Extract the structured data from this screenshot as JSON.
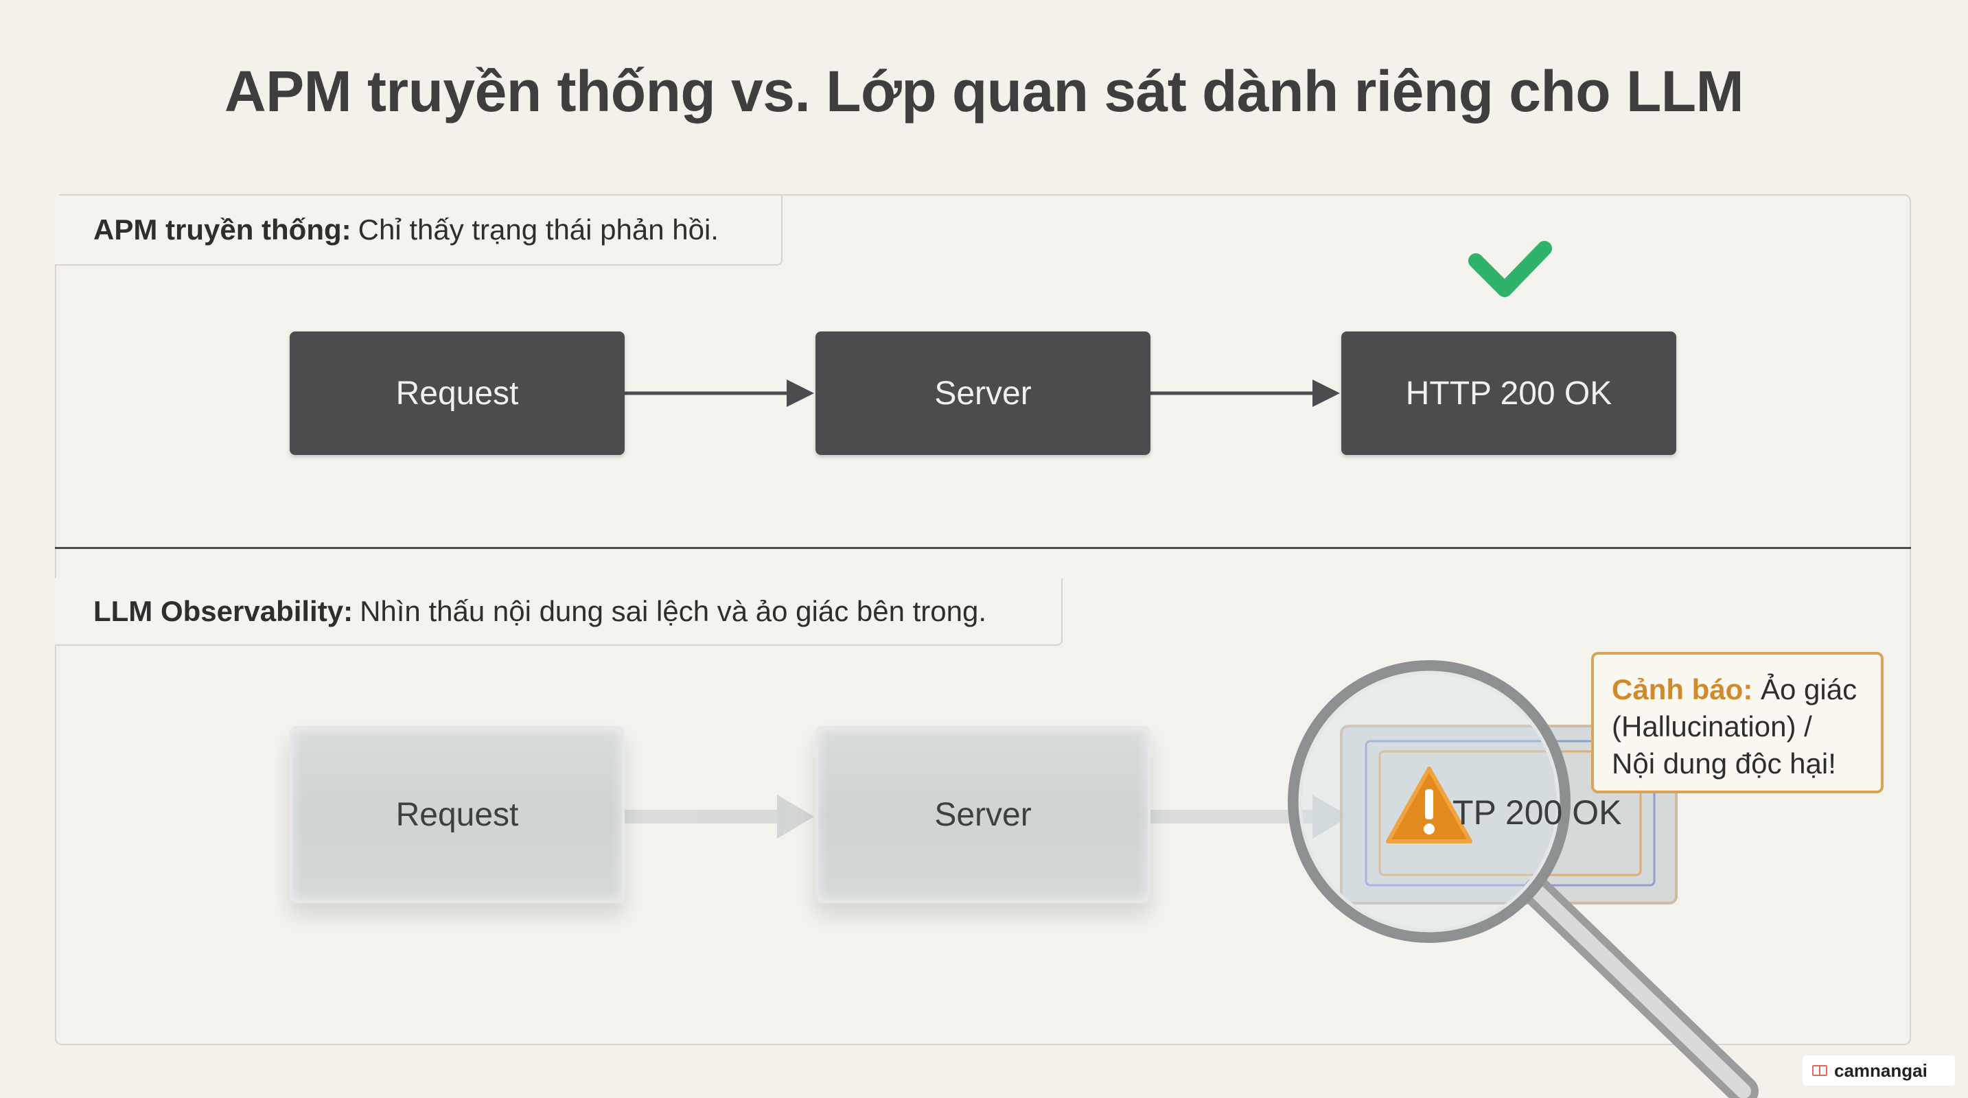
{
  "title": "APM truyền thống vs. Lớp quan sát dành riêng cho LLM",
  "top_section": {
    "label_bold": "APM truyền thống:",
    "label_text": "Chỉ thấy trạng thái phản hồi.",
    "nodes": [
      "Request",
      "Server",
      "HTTP 200 OK"
    ],
    "status_icon": "checkmark-icon",
    "status_color": "#2fb36a"
  },
  "bottom_section": {
    "label_bold": "LLM Observability:",
    "label_text": "Nhìn thấu nội dung sai lệch và ảo giác bên trong.",
    "nodes": [
      "Request",
      "Server"
    ],
    "magnified_text": "TP 200 OK",
    "warning_icon": "warning-triangle-icon",
    "inspect_icon": "magnifying-glass-icon",
    "warning_label": "Cảnh báo:",
    "warning_line1": "Ảo giác",
    "warning_line2": "(Hallucination) /",
    "warning_line3": "Nội dung độc hại!",
    "warning_color": "#d08a2b"
  },
  "watermark": "camnangai"
}
